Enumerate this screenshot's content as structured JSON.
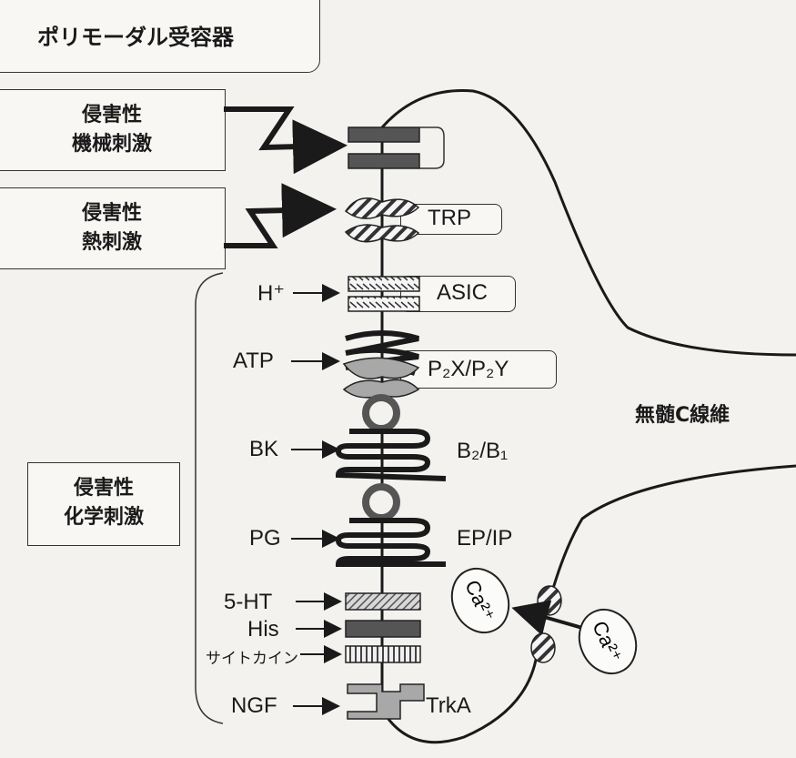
{
  "title": "ポリモーダル受容器",
  "stimuli": {
    "mechanical": {
      "line1": "侵害性",
      "line2": "機械刺激"
    },
    "thermal": {
      "line1": "侵害性",
      "line2": "熱刺激"
    },
    "chemical": {
      "line1": "侵害性",
      "line2": "化学刺激"
    }
  },
  "ligands": {
    "h": "H⁺",
    "atp": "ATP",
    "bk": "BK",
    "pg": "PG",
    "ht": "5-HT",
    "his": "His",
    "cytokine": "サイトカイン",
    "ngf": "NGF"
  },
  "receptors": {
    "trp": "TRP",
    "asic": "ASIC",
    "p2": "P₂X/P₂Y",
    "b2b1": "B₂/B₁",
    "epip": "EP/IP",
    "trka": "TrkA"
  },
  "fiber": "無髄C線維",
  "ion": "Ca²⁺"
}
